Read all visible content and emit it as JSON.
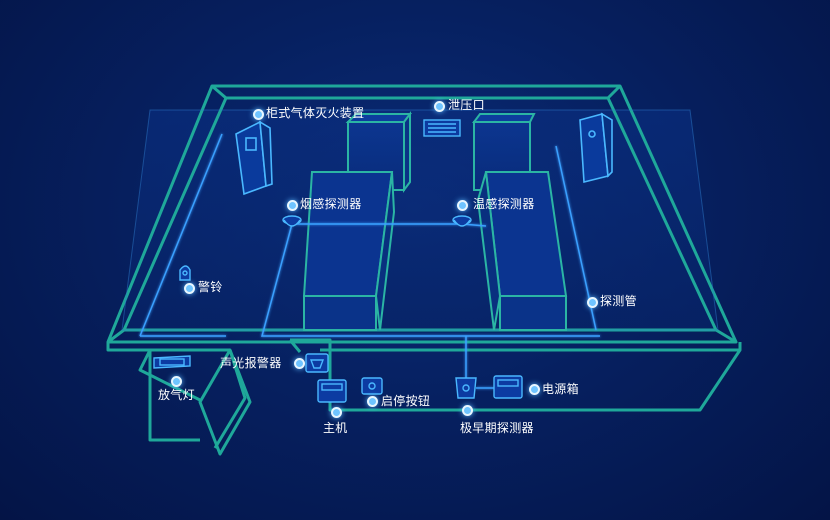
{
  "diagram": {
    "labels": {
      "cabinet_extinguisher": "柜式气体灭火装置",
      "pressure_relief": "泄压口",
      "smoke_detector": "烟感探测器",
      "temp_detector": "温感探测器",
      "alarm_bell": "警铃",
      "detection_pipe": "探测管",
      "sound_light_alarm": "声光报警器",
      "release_light": "放气灯",
      "host": "主机",
      "start_stop_button": "启停按钮",
      "early_detector": "极早期探测器",
      "power_box": "电源箱"
    },
    "colors": {
      "background": "#062060",
      "room_outline": "#1fa89a",
      "device_stroke": "#4ab8ff",
      "wire": "#3aa0ff",
      "label_text": "#ffffff",
      "marker": "#6fc4ff"
    }
  }
}
